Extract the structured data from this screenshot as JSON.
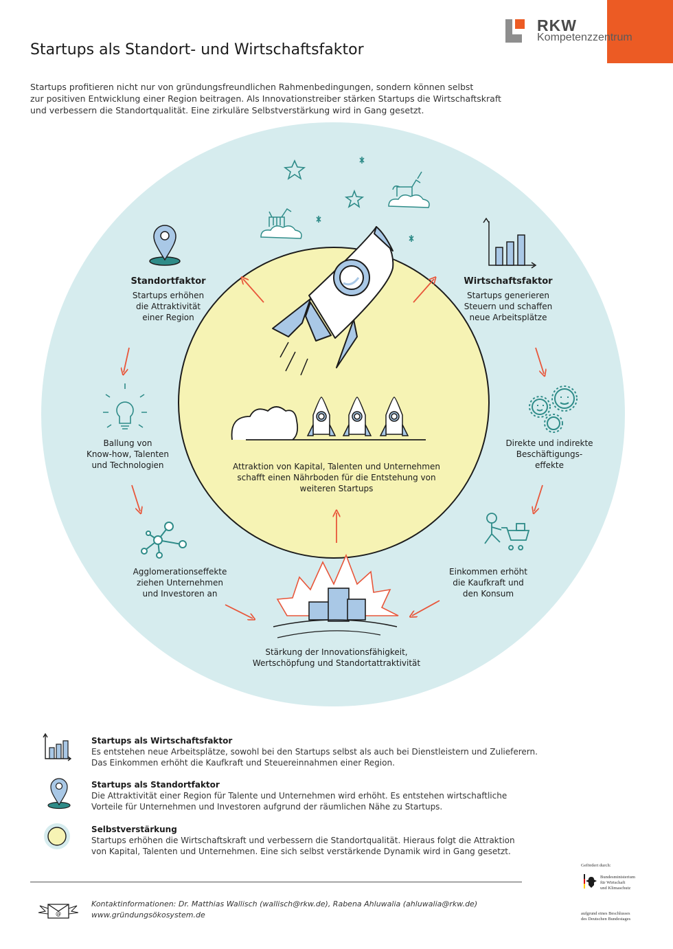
{
  "header": {
    "title": "Startups als Standort- und Wirtschaftsfaktor",
    "logo_title": "RKW",
    "logo_subtitle": "Kompetenzzentrum",
    "intro_lines": [
      "Startups profitieren nicht nur von gründungsfreundlichen Rahmenbedingungen, sondern können selbst",
      "zur positiven Entwicklung einer Region beitragen. Als Innovationstreiber stärken Startups die Wirtschaftskraft",
      "und verbessern die Standortqualität. Eine zirkuläre Selbstverstärkung wird in Gang gesetzt."
    ]
  },
  "diagram": {
    "standort": {
      "heading": "Standortfaktor",
      "lines": [
        "Startups erhöhen",
        "die Attraktivität",
        "einer Region"
      ]
    },
    "wirtschaft": {
      "heading": "Wirtschaftsfaktor",
      "lines": [
        "Startups generieren",
        "Steuern und schaffen",
        "neue Arbeitsplätze"
      ]
    },
    "ballung": {
      "lines": [
        "Ballung von",
        "Know-how, Talenten",
        "und Technologien"
      ]
    },
    "beschaeftigung": {
      "lines": [
        "Direkte und indirekte",
        "Beschäftigungs-",
        "effekte"
      ]
    },
    "agglomeration": {
      "lines": [
        "Agglomerationseffekte",
        "ziehen Unternehmen",
        "und Investoren an"
      ]
    },
    "einkommen": {
      "lines": [
        "Einkommen erhöht",
        "die Kaufkraft und",
        "den Konsum"
      ]
    },
    "staerkung": {
      "lines": [
        "Stärkung der Innovationsfähigkeit,",
        "Wertschöpfung und Standortattraktivität"
      ]
    },
    "center": {
      "lines": [
        "Attraktion von Kapital, Talenten und Unternehmen",
        "schafft einen Nährboden  für die Entstehung von",
        "weiteren Startups"
      ]
    }
  },
  "legend": [
    {
      "title": "Startups als Wirtschaftsfaktor",
      "icon": "bar-chart-icon",
      "lines": [
        "Es entstehen neue Arbeitsplätze, sowohl bei den Startups selbst als auch bei Dienstleistern und Zulieferern.",
        "Das Einkommen erhöht die Kaufkraft und Steuereinnahmen einer Region."
      ]
    },
    {
      "title": "Startups als Standortfaktor",
      "icon": "location-pin-icon",
      "lines": [
        "Die Attraktivität einer Region für Talente und Unternehmen wird erhöht. Es entstehen wirtschaftliche",
        "Vorteile für Unternehmen und Investoren aufgrund der räumlichen Nähe zu Startups."
      ]
    },
    {
      "title": "Selbstverstärkung",
      "icon": "yellow-circle-icon",
      "lines": [
        "Startups erhöhen die Wirtschaftskraft und verbessern die Standortqualität. Hieraus folgt die Attraktion",
        "von Kapital, Talenten und Unternehmen. Eine sich selbst verstärkende Dynamik wird in Gang gesetzt."
      ]
    }
  ],
  "footer": {
    "contact_line": "Kontaktinformationen: Dr. Matthias Wallisch (wallisch@rkw.de), Rabena Ahluwalia (ahluwalia@rkw.de)",
    "website": "www.gründungsökosystem.de",
    "funded_by": "Gefördert durch:",
    "ministry_lines": [
      "Bundesministerium",
      "für Wirtschaft",
      "und Klimaschutz"
    ],
    "bundestag_lines": [
      "aufgrund eines Beschlusses",
      "des Deutschen Bundestages"
    ]
  },
  "colors": {
    "outer_circle": "#d6ecee",
    "inner_circle": "#f6f3b4",
    "arrow": "#e8563a",
    "icon_teal": "#2e8b88",
    "accent": "#ec5b24",
    "rocket_blue": "#a9c8e6"
  }
}
